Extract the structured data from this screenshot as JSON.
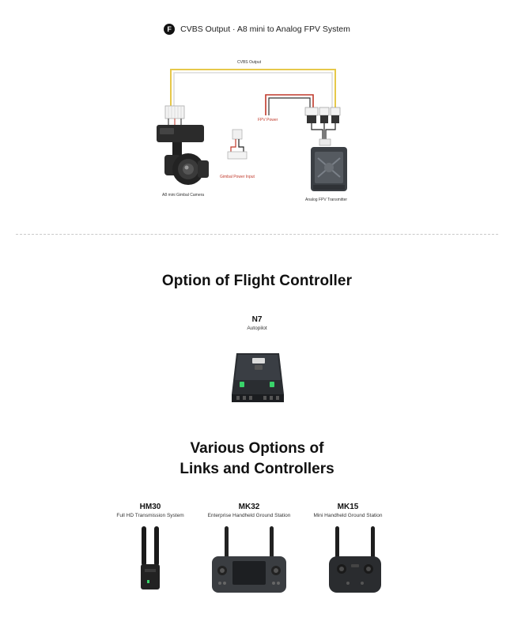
{
  "section1": {
    "badge": "F",
    "title": "CVBS Output · A8 mini to Analog FPV System",
    "labels": {
      "cvbs_output": "CVBS Output",
      "fpv_power": "FPV Power",
      "gimbal_power_input": "Gimbal Power Input",
      "camera": "A8 mini Gimbal Camera",
      "transmitter": "Analog FPV Transmitter"
    },
    "colors": {
      "cvbs_line": "#e6c84a",
      "power_line": "#c0392b",
      "device": "#2b2b2b"
    }
  },
  "section2": {
    "title": "Option of Flight Controller",
    "device": {
      "name": "N7",
      "subtitle": "Autopilot"
    }
  },
  "section3": {
    "title_line1": "Various Options of",
    "title_line2": "Links and Controllers",
    "devices": [
      {
        "name": "HM30",
        "subtitle": "Full HD Transmission System"
      },
      {
        "name": "MK32",
        "subtitle": "Enterprise Handheld Ground Station"
      },
      {
        "name": "MK15",
        "subtitle": "Mini Handheld Ground Station"
      }
    ]
  }
}
